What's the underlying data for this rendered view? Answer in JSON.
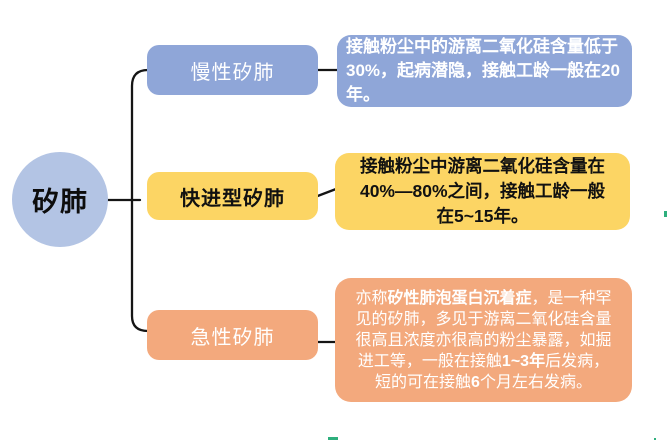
{
  "diagram": {
    "root_label": "矽肺",
    "branches": [
      {
        "id": "chronic",
        "label": "慢性矽肺",
        "description": "接触粉尘中的游离二氧化硅含量低于30%，起病潜隐，接触工龄一般在20年。",
        "node_color": "#8fa6d8",
        "text_color": "#ffffff"
      },
      {
        "id": "accelerated",
        "label": "快进型矽肺",
        "description": "接触粉尘中游离二氧化硅含量在40%—80%之间，接触工龄一般在5~15年。",
        "node_color": "#fcd564",
        "text_color": "#111111"
      },
      {
        "id": "acute",
        "label": "急性矽肺",
        "description_segments": [
          "亦称",
          "矽性肺泡蛋白沉着症",
          "，是一种罕见的矽肺，多见于游离二氧化硅含量很高且浓度亦很高的粉尘暴露，如掘进工等，一般在接触",
          "1~3年",
          "后发病，短的可在接触",
          "6",
          "个月左右发病。"
        ],
        "node_color": "#f3a97d",
        "text_color": "#ffffff"
      }
    ],
    "colors": {
      "background": "#ffffff",
      "root_fill": "#b3c4e4",
      "chronic_fill": "#8fa6d8",
      "accelerated_fill": "#fcd564",
      "acute_fill": "#f3a97d",
      "connector_line": "#151515",
      "artifact_green": "#2eaf7d"
    }
  }
}
